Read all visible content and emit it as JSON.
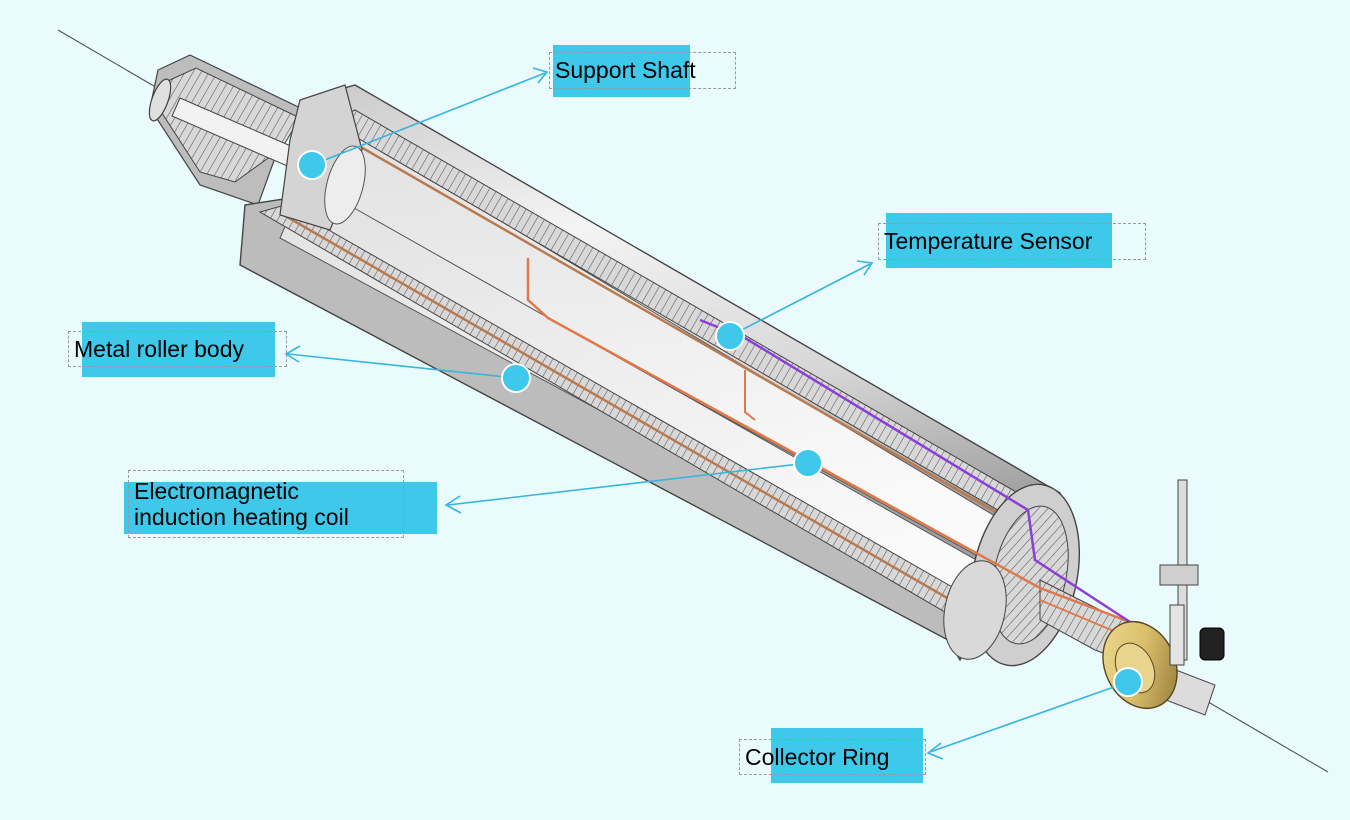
{
  "labels": {
    "support_shaft": "Support Shaft",
    "temperature_sensor": "Temperature Sensor",
    "metal_roller_body": "Metal roller body",
    "induction_coil": "Electromagnetic\ninduction heating coil",
    "collector_ring": "Collector Ring"
  },
  "colors": {
    "background": "#e9fbfd",
    "label_fill": "#3ec8ea",
    "leader_line": "#35b6dc",
    "marker": "#3ec8ea",
    "heating_wire": "#e0784a",
    "sensor_wire": "#8a3fd8",
    "brass_ring": "#d9bf6a"
  }
}
